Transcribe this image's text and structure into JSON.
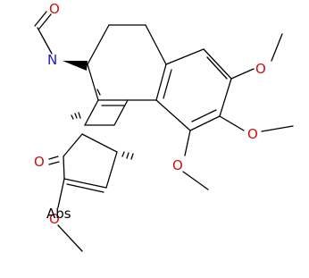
{
  "structure": {
    "atoms": {
      "formyl_o": "O",
      "amide_n": "N",
      "ketone_o": "O",
      "methoxy_o_1": "O",
      "methoxy_o_2": "O",
      "methoxy_o_3": "O",
      "methoxy_o_4": "O"
    },
    "stereo_label": "Abs"
  }
}
